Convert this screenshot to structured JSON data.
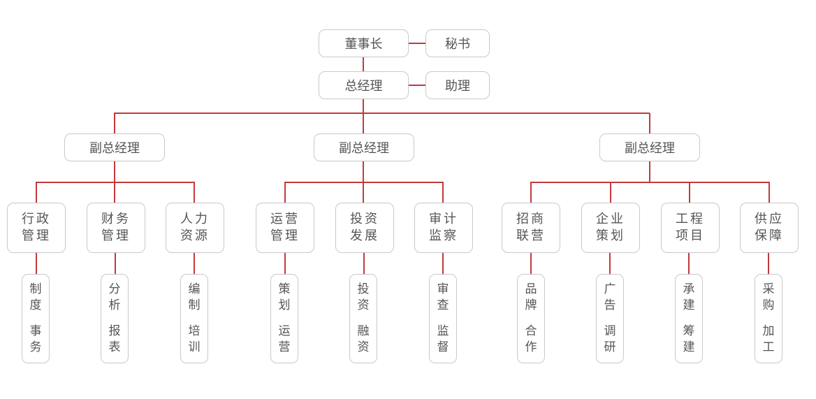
{
  "chairman": "董事长",
  "secretary": "秘书",
  "general_manager": "总经理",
  "assistant": "助理",
  "vice_managers": [
    "副总经理",
    "副总经理",
    "副总经理"
  ],
  "departments": [
    {
      "line1": "行政",
      "line2": "管理",
      "duties": [
        [
          "制",
          "度"
        ],
        [
          "事",
          "务"
        ]
      ]
    },
    {
      "line1": "财务",
      "line2": "管理",
      "duties": [
        [
          "分",
          "析"
        ],
        [
          "报",
          "表"
        ]
      ]
    },
    {
      "line1": "人力",
      "line2": "资源",
      "duties": [
        [
          "编",
          "制"
        ],
        [
          "培",
          "训"
        ]
      ]
    },
    {
      "line1": "运营",
      "line2": "管理",
      "duties": [
        [
          "策",
          "划"
        ],
        [
          "运",
          "营"
        ]
      ]
    },
    {
      "line1": "投资",
      "line2": "发展",
      "duties": [
        [
          "投",
          "资"
        ],
        [
          "融",
          "资"
        ]
      ]
    },
    {
      "line1": "审计",
      "line2": "监察",
      "duties": [
        [
          "审",
          "查"
        ],
        [
          "监",
          "督"
        ]
      ]
    },
    {
      "line1": "招商",
      "line2": "联营",
      "duties": [
        [
          "品",
          "牌"
        ],
        [
          "合",
          "作"
        ]
      ]
    },
    {
      "line1": "企业",
      "line2": "策划",
      "duties": [
        [
          "广",
          "告"
        ],
        [
          "调",
          "研"
        ]
      ]
    },
    {
      "line1": "工程",
      "line2": "项目",
      "duties": [
        [
          "承",
          "建"
        ],
        [
          "筹",
          "建"
        ]
      ]
    },
    {
      "line1": "供应",
      "line2": "保障",
      "duties": [
        [
          "采",
          "购"
        ],
        [
          "加",
          "工"
        ]
      ]
    }
  ]
}
